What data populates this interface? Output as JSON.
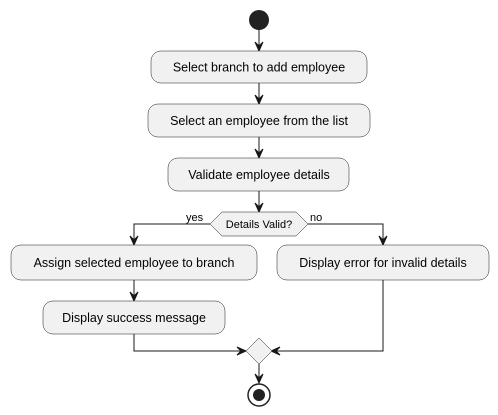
{
  "activities": {
    "select_branch": "Select branch to add employee",
    "select_employee": "Select an employee from the list",
    "validate": "Validate employee details",
    "assign": "Assign selected employee to branch",
    "success": "Display success message",
    "error": "Display error for invalid details"
  },
  "decision": {
    "question": "Details Valid?",
    "yes_label": "yes",
    "no_label": "no"
  },
  "colors": {
    "node_fill": "#f1f1f1",
    "stroke": "#181818",
    "start": "#222222"
  }
}
